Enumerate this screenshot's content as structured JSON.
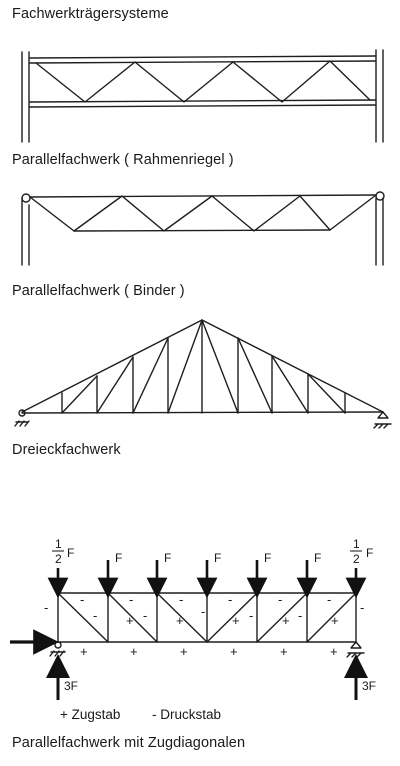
{
  "captions": {
    "title": "Fachwerkträgersysteme",
    "frame_truss": "Parallelfachwerk ( Rahmenriegel )",
    "binder_truss": "Parallelfachwerk ( Binder )",
    "triangle_truss": "Dreieckfachwerk",
    "tension_truss": "Parallelfachwerk mit Zugdiagonalen"
  },
  "loads": {
    "half_numerator": "1",
    "half_denominator": "2",
    "force": "F",
    "reaction": "3F"
  },
  "signs": {
    "tension": "+",
    "compression": "-"
  },
  "legend": {
    "tension": "+ Zugstab",
    "compression": "- Druckstab"
  }
}
